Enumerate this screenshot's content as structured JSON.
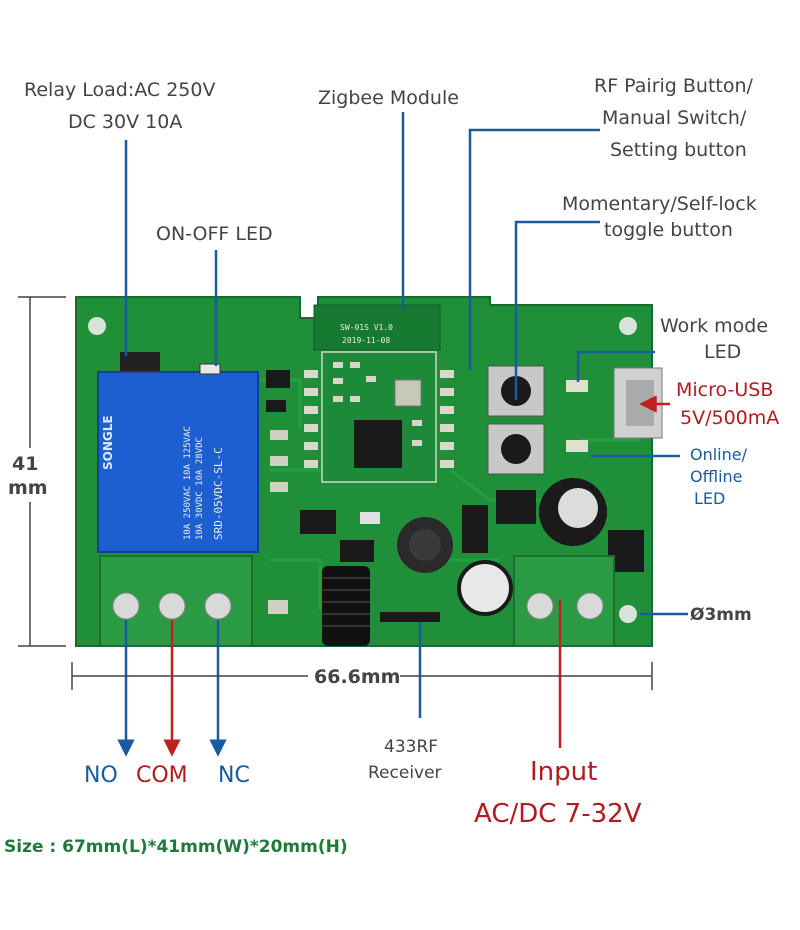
{
  "labels": {
    "relay_load": [
      "Relay Load:AC 250V",
      "DC 30V 10A"
    ],
    "zigbee_module": "Zigbee Module",
    "rf_button": [
      "RF Pairig Button/",
      "Manual Switch/",
      "Setting button"
    ],
    "momentary": [
      "Momentary/Self-lock",
      "toggle button"
    ],
    "on_off_led": "ON-OFF LED",
    "work_mode_led": [
      "Work mode",
      "LED"
    ],
    "micro_usb": [
      "Micro-USB",
      "5V/500mA"
    ],
    "online_led": [
      "Online/",
      "Offline",
      "LED"
    ],
    "dim_height": [
      "41",
      "mm"
    ],
    "dim_width": "66.6mm",
    "hole": "Ø3mm",
    "no": "NO",
    "com": "COM",
    "nc": "NC",
    "rf_receiver": [
      "433RF",
      "Receiver"
    ],
    "input": [
      "Input",
      "AC/DC 7-32V"
    ],
    "size": "Size : 67mm(L)*41mm(W)*20mm(H)"
  },
  "board": {
    "relay_brand": "SONGLE",
    "relay_text": [
      "10A 250VAC 10A 125VAC",
      "10A 30VDC 10A 28VDC",
      "SRD-05VDC-SL-C"
    ],
    "module_text": [
      "SW-01S V1.0",
      "2019-11-08"
    ]
  },
  "colors": {
    "pcb": "#1f8f3a",
    "terminal": "#2a9a45",
    "relay": "#1d5fd0",
    "arrow_blue": "#1a5a9e",
    "arrow_red": "#c02020"
  }
}
